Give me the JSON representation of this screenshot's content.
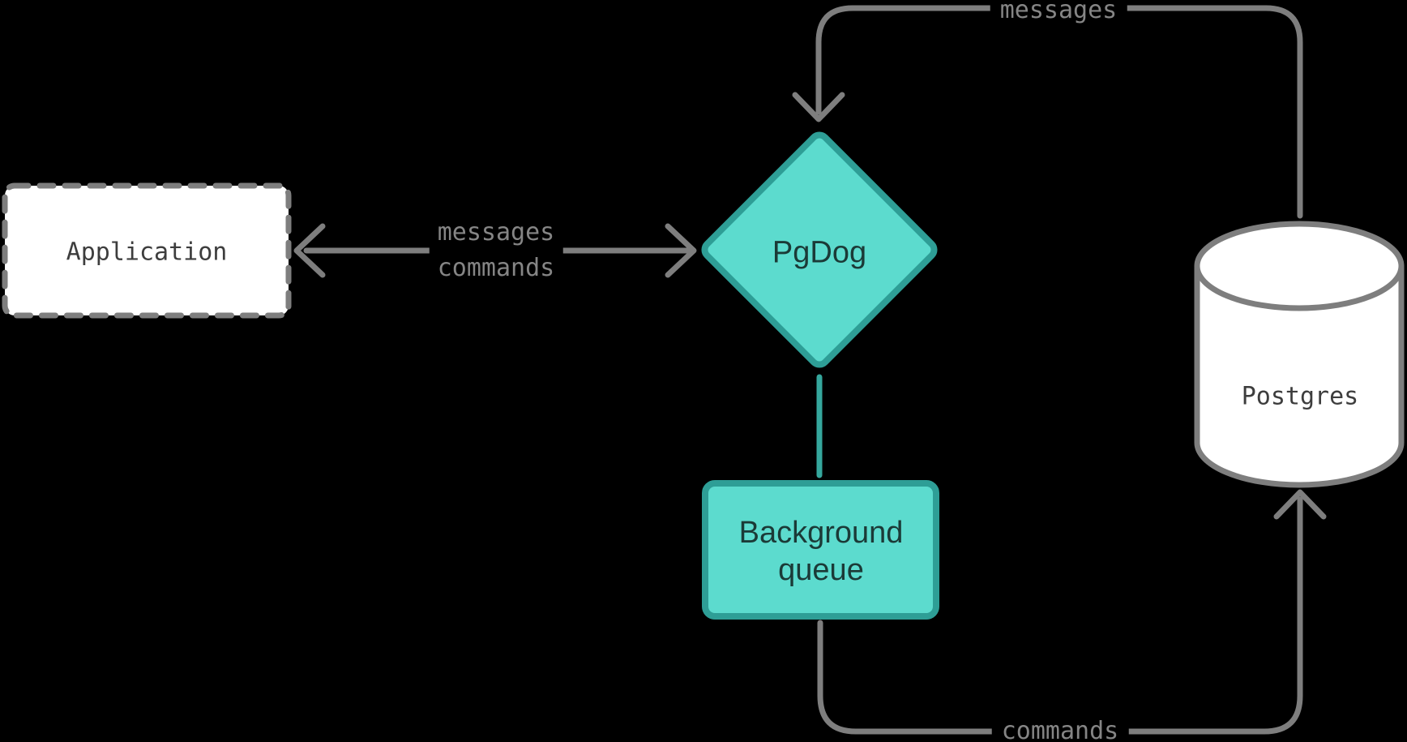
{
  "diagram": {
    "background_color": "#000000",
    "colors": {
      "teal_fill": "#5CDBCE",
      "teal_border": "#2E9E96",
      "teal_connector": "#35A79D",
      "gray": "#7E7E7E",
      "gray_label": "#858585",
      "white": "#FFFFFF",
      "dark_text": "#3D3D3D",
      "teal_node_text": "#1B3A37"
    },
    "nodes": {
      "application": {
        "label": "Application",
        "shape": "dashed-rectangle"
      },
      "pgdog": {
        "label": "PgDog",
        "shape": "diamond"
      },
      "background_queue": {
        "label": "Background queue",
        "shape": "rectangle"
      },
      "postgres": {
        "label": "Postgres",
        "shape": "cylinder"
      }
    },
    "edges": {
      "app_pgdog": {
        "labels": [
          "messages",
          "commands"
        ],
        "direction": "bidirectional"
      },
      "postgres_to_pgdog": {
        "label": "messages",
        "direction": "into-pgdog"
      },
      "pgdog_to_queue": {
        "label": "",
        "direction": "plain"
      },
      "queue_to_postgres": {
        "label": "commands",
        "direction": "into-postgres"
      }
    }
  }
}
